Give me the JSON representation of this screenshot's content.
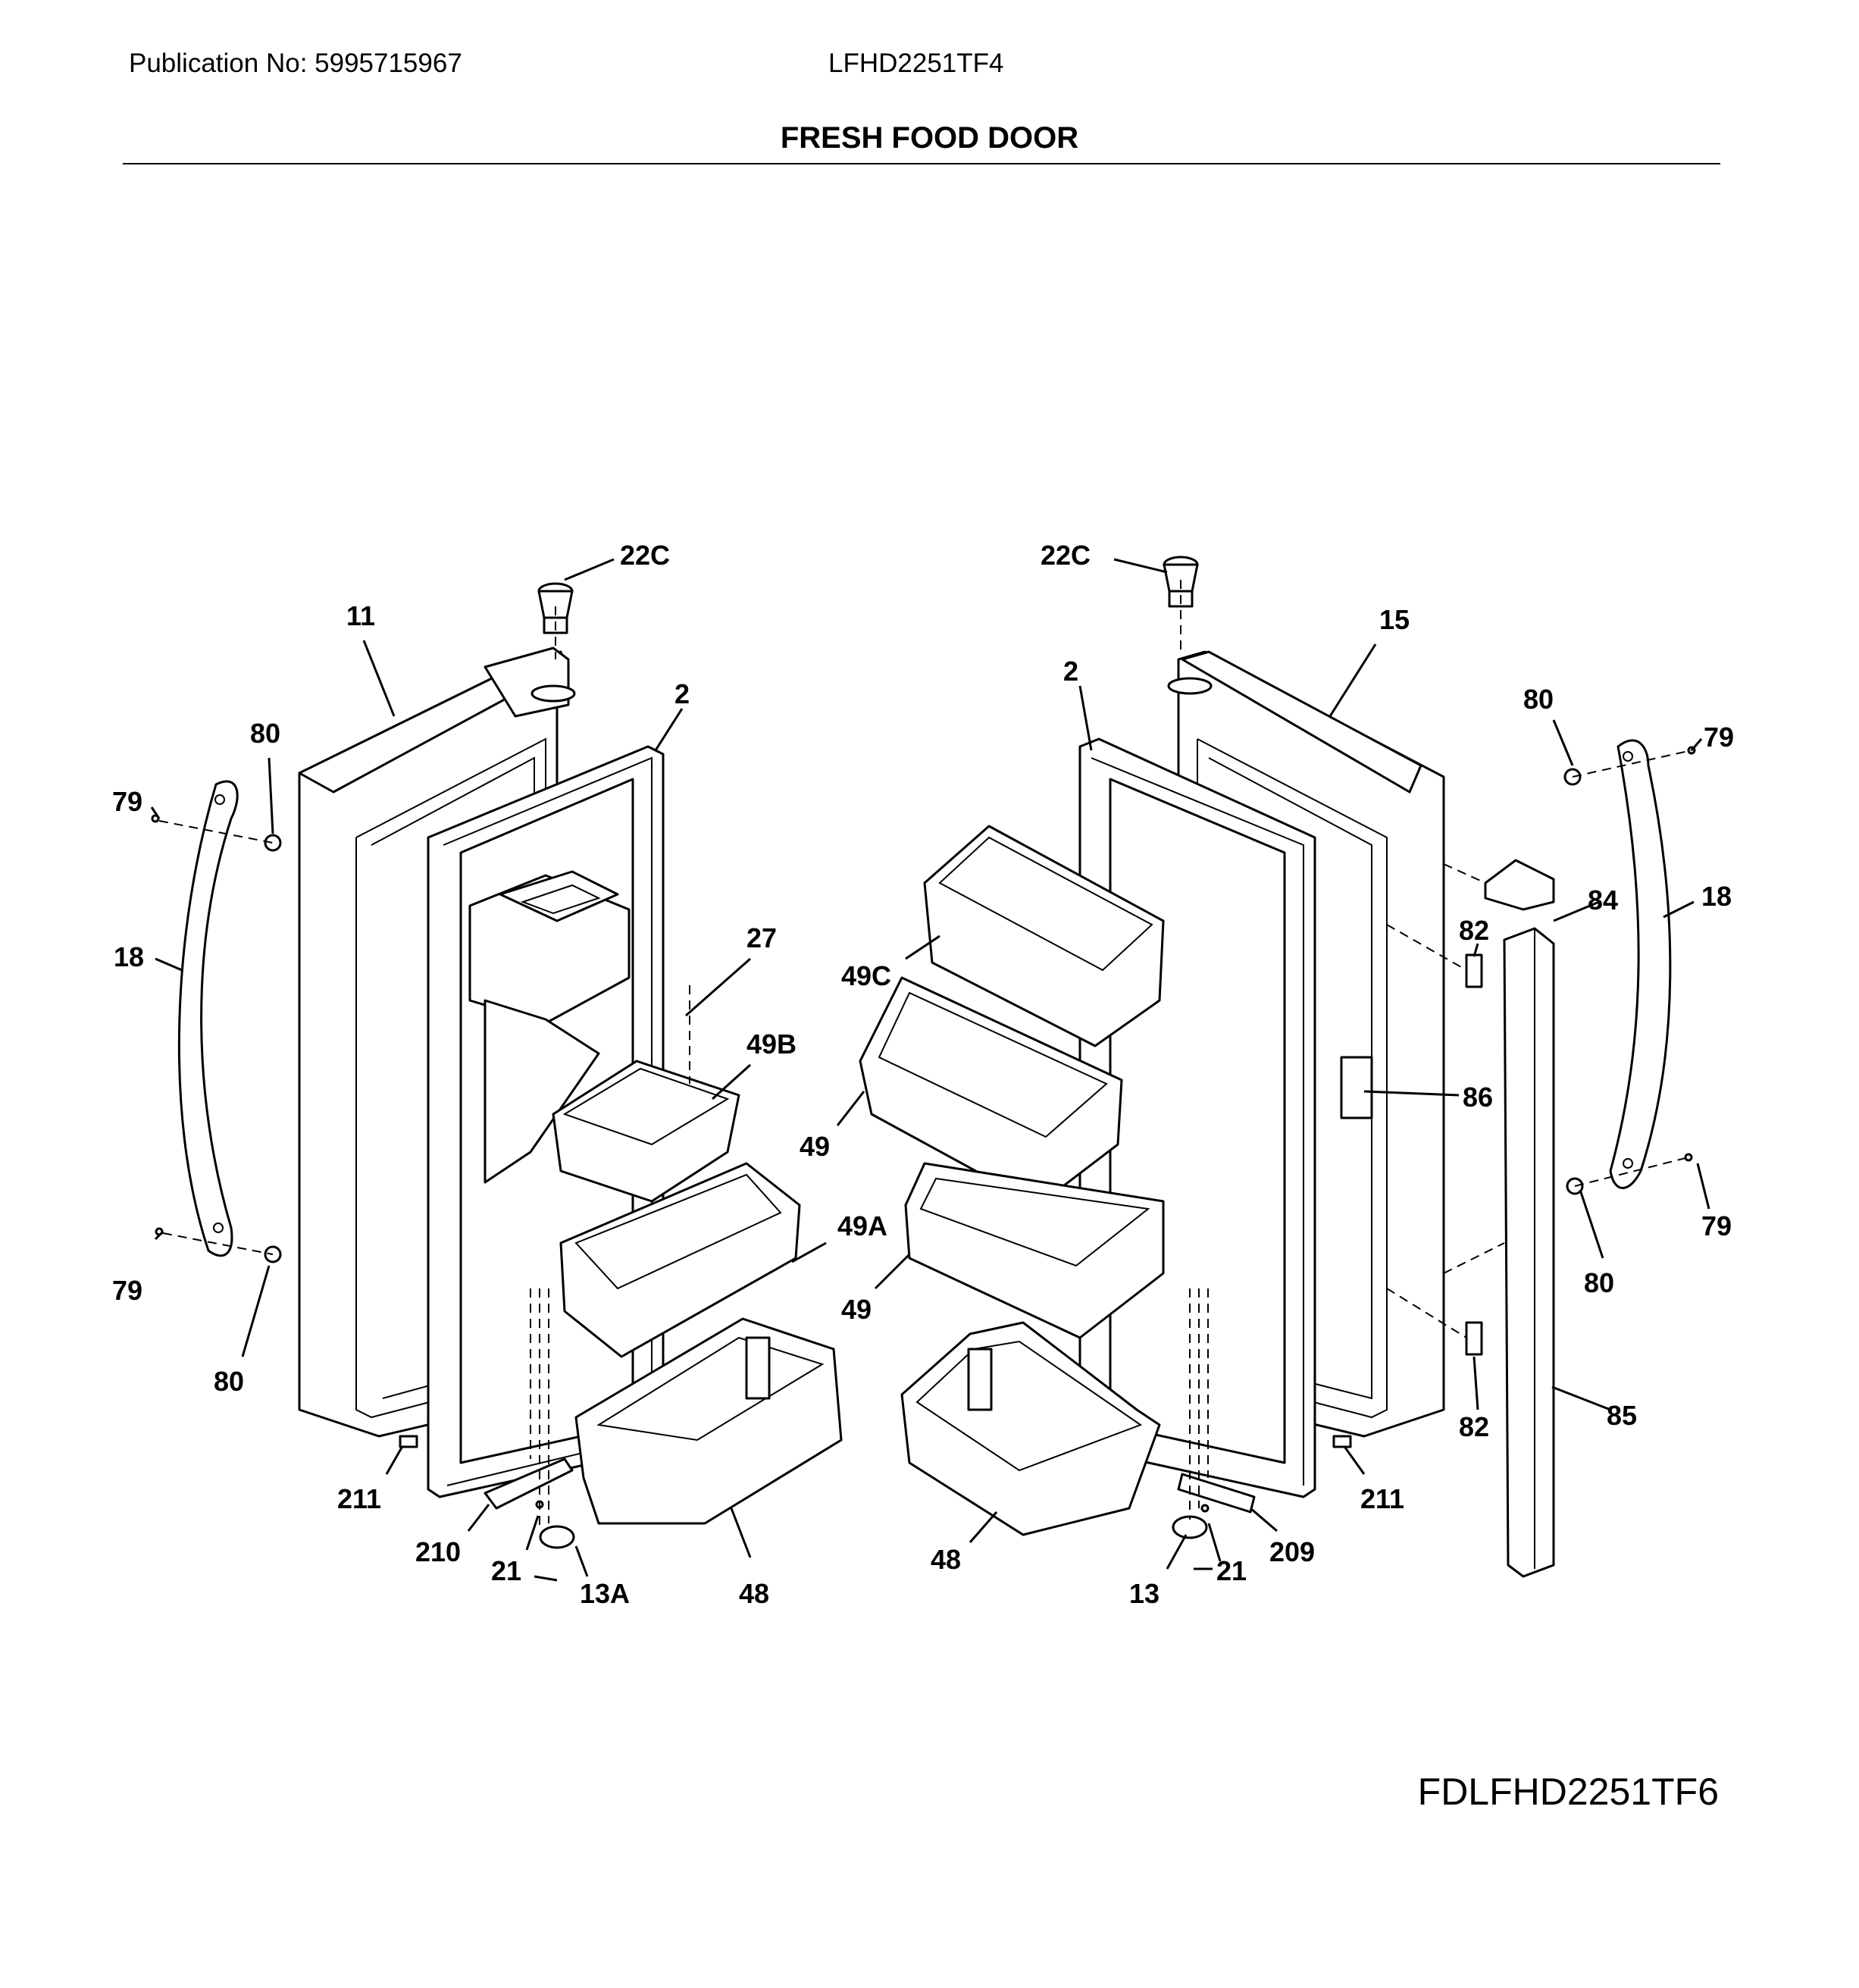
{
  "header": {
    "publication": "Publication No: 5995715967",
    "model": "LFHD2251TF4",
    "section_title": "FRESH FOOD DOOR"
  },
  "footer": {
    "figure_code": "FDLFHD2251TF6"
  },
  "callouts": {
    "c22c_l": "22C",
    "c22c_r": "22C",
    "c11": "11",
    "c15": "15",
    "c2_l": "2",
    "c2_r": "2",
    "c80_tl": "80",
    "c80_tr": "80",
    "c79_tl": "79",
    "c79_tr": "79",
    "c18_l": "18",
    "c18_r": "18",
    "c27": "27",
    "c49b": "49B",
    "c49c": "49C",
    "c84": "84",
    "c82_t": "82",
    "c86": "86",
    "c49_1": "49",
    "c49a": "49A",
    "c49_2": "49",
    "c79_bl": "79",
    "c79_br": "79",
    "c80_bl": "80",
    "c80_br": "80",
    "c82_b": "82",
    "c85": "85",
    "c211_l": "211",
    "c211_r": "211",
    "c210": "210",
    "c209": "209",
    "c21_l": "21",
    "c21_r": "21",
    "c13a": "13A",
    "c13": "13",
    "c48_l": "48",
    "c48_r": "48"
  }
}
